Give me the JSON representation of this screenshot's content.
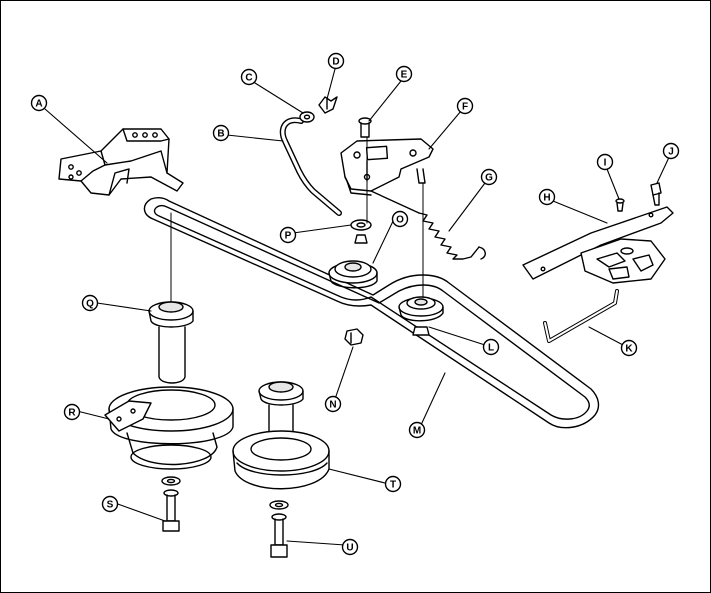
{
  "diagram": {
    "colors": {
      "line": "#000000",
      "fill": "#ffffff",
      "shade": "#e6e6e6"
    },
    "callouts": [
      {
        "id": "A",
        "label": "A"
      },
      {
        "id": "B",
        "label": "B"
      },
      {
        "id": "C",
        "label": "C"
      },
      {
        "id": "D",
        "label": "D"
      },
      {
        "id": "E",
        "label": "E"
      },
      {
        "id": "F",
        "label": "F"
      },
      {
        "id": "G",
        "label": "G"
      },
      {
        "id": "H",
        "label": "H"
      },
      {
        "id": "I",
        "label": "I"
      },
      {
        "id": "J",
        "label": "J"
      },
      {
        "id": "K",
        "label": "K"
      },
      {
        "id": "L",
        "label": "L"
      },
      {
        "id": "M",
        "label": "M"
      },
      {
        "id": "N",
        "label": "N"
      },
      {
        "id": "O",
        "label": "O"
      },
      {
        "id": "P",
        "label": "P"
      },
      {
        "id": "Q",
        "label": "Q"
      },
      {
        "id": "R",
        "label": "R"
      },
      {
        "id": "S",
        "label": "S"
      },
      {
        "id": "T",
        "label": "T"
      },
      {
        "id": "U",
        "label": "U"
      }
    ]
  }
}
